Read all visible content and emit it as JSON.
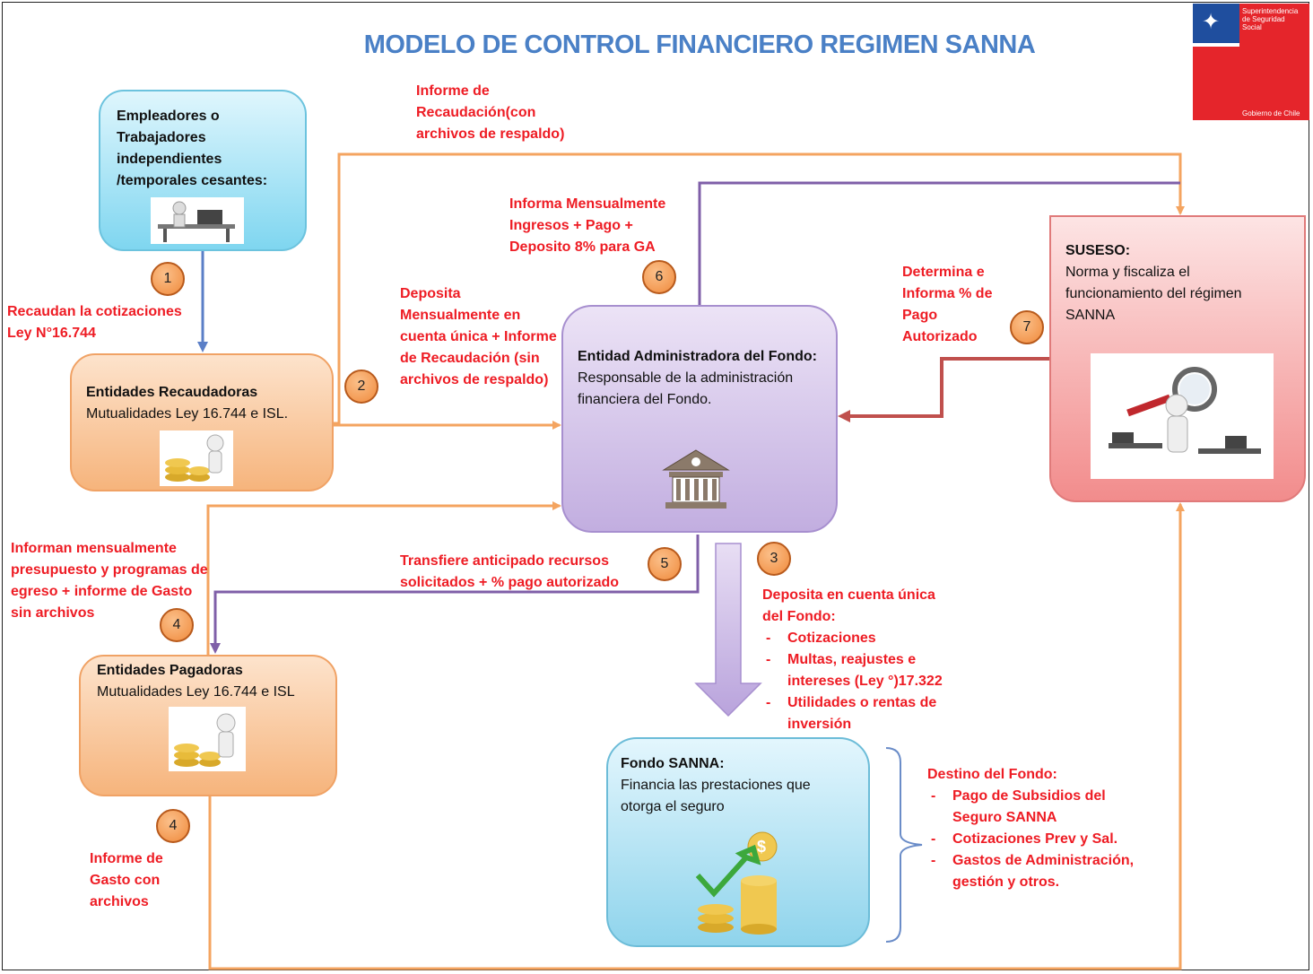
{
  "title": "MODELO DE CONTROL FINANCIERO REGIMEN SANNA",
  "logo": {
    "line1": "Superintendencia",
    "line2": "de Seguridad",
    "line3": "Social",
    "gov": "Gobierno de Chile"
  },
  "nodes": {
    "empleadores": {
      "title": "Empleadores o Trabajadores independientes /temporales cesantes:",
      "image": "worker-at-desk"
    },
    "recaudadoras": {
      "title": "Entidades Recaudadoras",
      "body": "Mutualidades  Ley 16.744 e ISL.",
      "image": "person-with-coins"
    },
    "administradora": {
      "title": "Entidad Administradora del Fondo:",
      "body": "Responsable  de la administración financiera del Fondo.",
      "icon": "bank-icon"
    },
    "suseso": {
      "title": "SUSESO:",
      "body": "Norma  y fiscaliza  el  funcionamiento  del régimen SANNA",
      "image": "magnifier-over-office"
    },
    "pagadoras": {
      "title": "Entidades Pagadoras",
      "body": "Mutualidades  Ley 16.744  e ISL",
      "image": "person-with-coins"
    },
    "fondo": {
      "title": "Fondo SANNA:",
      "body": "Financia las prestaciones  que otorga el seguro",
      "image": "coins-growth-chart"
    }
  },
  "labels": {
    "recaudan": "Recaudan la cotizaciones Ley N°16.744",
    "informe_recaudacion": "Informe de Recaudación(con archivos de respaldo)",
    "informa_mensualmente": "Informa Mensualmente Ingresos + Pago + Deposito 8% para GA",
    "deposita_mensualmente": "Deposita Mensualmente en cuenta única  + Informe de Recaudación (sin archivos de respaldo)",
    "determina": "Determina e Informa % de Pago Autorizado",
    "informan_presupuesto": "Informan mensualmente presupuesto y programas de egreso + informe de Gasto sin archivos",
    "transfiere": "Transfiere  anticipado recursos solicitados + % pago autorizado",
    "deposita_unica_title": "Deposita en cuenta única del Fondo:",
    "deposita_unica_items": [
      "Cotizaciones",
      "Multas, reajustes e intereses (Ley °)17.322",
      "Utilidades  o rentas de inversión"
    ],
    "informe_gasto": "Informe de Gasto  con archivos",
    "destino_title": "Destino del Fondo:",
    "destino_items": [
      "Pago de Subsidios del Seguro SANNA",
      "Cotizaciones Prev y Sal.",
      "Gastos de Administración,  gestión y otros."
    ]
  },
  "steps": [
    "1",
    "2",
    "3",
    "4",
    "4",
    "5",
    "6",
    "7"
  ],
  "colors": {
    "title": "#4a80c6",
    "annotation": "#ee1c24",
    "orange_arrow": "#f4a460",
    "purple_arrow": "#7f5fa8",
    "blue_arrow": "#5b7fc7",
    "red_arrow": "#c0504d"
  }
}
